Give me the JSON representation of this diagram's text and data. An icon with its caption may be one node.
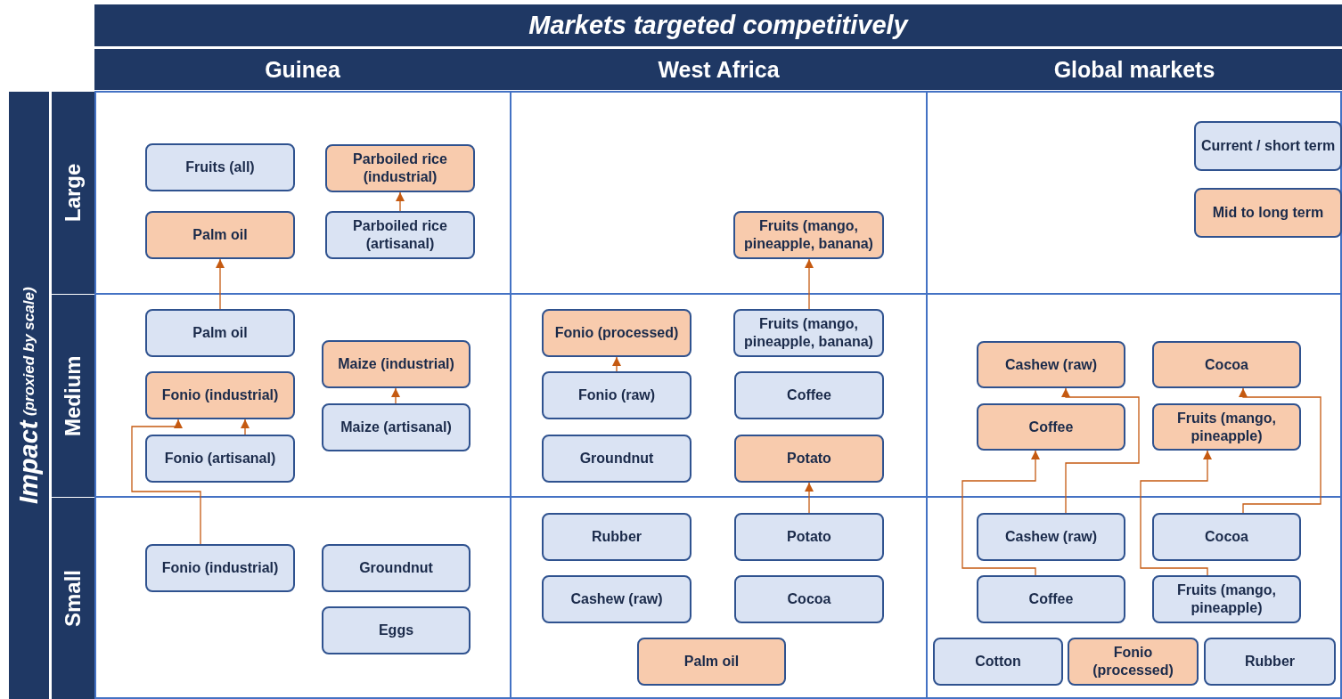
{
  "diagram": {
    "nodes": [
      {
        "text": [
          "Markets targeted competitively"
        ]
      },
      {
        "text": [
          "Guinea"
        ]
      },
      {
        "text": [
          "West Africa"
        ]
      },
      {
        "text": [
          "Global markets"
        ]
      },
      {
        "text": [
          "Impact",
          "(proxied by scale)"
        ]
      },
      {
        "text": [
          "Large"
        ]
      },
      {
        "text": [
          "Medium"
        ]
      },
      {
        "text": [
          "Small"
        ]
      },
      {
        "text": [
          "Fruits (all)"
        ]
      },
      {
        "text": [
          "Parboiled rice (industrial)"
        ]
      },
      {
        "text": [
          "Parboiled rice (artisanal)"
        ]
      },
      {
        "text": [
          "Palm oil"
        ]
      },
      {
        "text": [
          "Fruits (mango, pineapple, banana)"
        ]
      },
      {
        "text": [
          "Palm oil"
        ]
      },
      {
        "text": [
          "Maize (industrial)"
        ]
      },
      {
        "text": [
          "Fonio (industrial)"
        ]
      },
      {
        "text": [
          "Maize (artisanal)"
        ]
      },
      {
        "text": [
          "Fonio (artisanal)"
        ]
      },
      {
        "text": [
          "Fonio (processed)"
        ]
      },
      {
        "text": [
          "Fruits (mango, pineapple, banana)"
        ]
      },
      {
        "text": [
          "Fonio (raw)"
        ]
      },
      {
        "text": [
          "Coffee"
        ]
      },
      {
        "text": [
          "Groundnut"
        ]
      },
      {
        "text": [
          "Potato"
        ]
      },
      {
        "text": [
          "Cashew (raw)"
        ]
      },
      {
        "text": [
          "Cocoa"
        ]
      },
      {
        "text": [
          "Coffee"
        ]
      },
      {
        "text": [
          "Fruits (mango, pineapple)"
        ]
      },
      {
        "text": [
          "Rubber"
        ]
      },
      {
        "text": [
          "Potato"
        ]
      },
      {
        "text": [
          "Cashew (raw)"
        ]
      },
      {
        "text": [
          "Cocoa"
        ]
      },
      {
        "text": [
          "Fonio (industrial)"
        ]
      },
      {
        "text": [
          "Groundnut"
        ]
      },
      {
        "text": [
          "Cashew (raw)"
        ]
      },
      {
        "text": [
          "Cocoa"
        ]
      },
      {
        "text": [
          "Coffee"
        ]
      },
      {
        "text": [
          "Fruits (mango, pineapple)"
        ]
      },
      {
        "text": [
          "Eggs"
        ]
      },
      {
        "text": [
          "Palm oil"
        ]
      },
      {
        "text": [
          "Cotton"
        ]
      },
      {
        "text": [
          "Fonio (processed)"
        ]
      },
      {
        "text": [
          "Rubber"
        ]
      }
    ],
    "edges": [
      {
        "from": 10,
        "to": 9,
        "arrow": "to"
      },
      {
        "from": 13,
        "to": 11,
        "arrow": "to"
      },
      {
        "from": 19,
        "to": 12,
        "arrow": "to"
      },
      {
        "from": 16,
        "to": 14,
        "arrow": "to"
      },
      {
        "from": 17,
        "to": 15,
        "arrow": "to"
      },
      {
        "from": 32,
        "to": 15,
        "arrow": "to"
      },
      {
        "from": 20,
        "to": 18,
        "arrow": "to"
      },
      {
        "from": 29,
        "to": 23,
        "arrow": "to"
      },
      {
        "from": 30,
        "to": 24,
        "arrow": "to"
      },
      {
        "from": 36,
        "to": 26,
        "arrow": "to"
      },
      {
        "from": 31,
        "to": 25,
        "arrow": "to"
      },
      {
        "from": 37,
        "to": 27,
        "arrow": "to"
      }
    ],
    "legend": [
      {
        "text": "Current / short term",
        "color": "#dae3f3"
      },
      {
        "text": "Mid to long term",
        "color": "#f8cbad"
      }
    ]
  }
}
